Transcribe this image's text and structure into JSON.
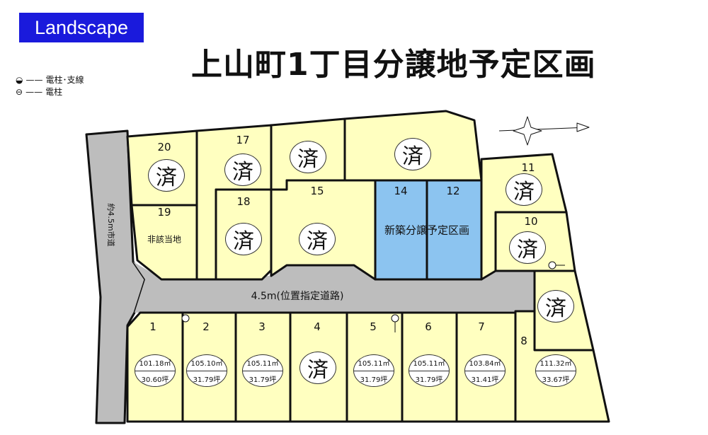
{
  "badge": "Landscape",
  "title": "上山町1丁目分譲地予定区画",
  "legend": [
    {
      "icon": "pole-with-guy-wire-icon",
      "label": "電柱･支線"
    },
    {
      "icon": "pole-icon",
      "label": "電柱"
    }
  ],
  "roads": {
    "side": "約4.5m市道",
    "main": "4.5m(位置指定道路)"
  },
  "blue_label": "新築分譲予定区画",
  "sold_mark": "済",
  "colors": {
    "lot": "#ffffc0",
    "road": "#bdbdbd",
    "planned": "#8cc4f0",
    "badge": "#1a1adc"
  },
  "lots": [
    {
      "no": "20",
      "status": "済"
    },
    {
      "no": "19",
      "note": "非該当地"
    },
    {
      "no": "17",
      "status": "済"
    },
    {
      "no": "18",
      "status": "済"
    },
    {
      "no": "",
      "status": "済"
    },
    {
      "no": "15",
      "status": "済"
    },
    {
      "no": "",
      "status": "済"
    },
    {
      "no": "14"
    },
    {
      "no": "12"
    },
    {
      "no": "11",
      "status": "済"
    },
    {
      "no": "10",
      "status": "済"
    },
    {
      "no": "",
      "status": "済"
    },
    {
      "no": "1",
      "area": "101.18㎡",
      "tsubo": "30.60坪"
    },
    {
      "no": "2",
      "area": "105.10㎡",
      "tsubo": "31.79坪"
    },
    {
      "no": "3",
      "area": "105.11㎡",
      "tsubo": "31.79坪"
    },
    {
      "no": "4",
      "status": "済"
    },
    {
      "no": "5",
      "area": "105.11㎡",
      "tsubo": "31.79坪"
    },
    {
      "no": "6",
      "area": "105.11㎡",
      "tsubo": "31.79坪"
    },
    {
      "no": "7",
      "area": "103.84㎡",
      "tsubo": "31.41坪"
    },
    {
      "no": "8",
      "area": "111.32㎡",
      "tsubo": "33.67坪"
    }
  ]
}
